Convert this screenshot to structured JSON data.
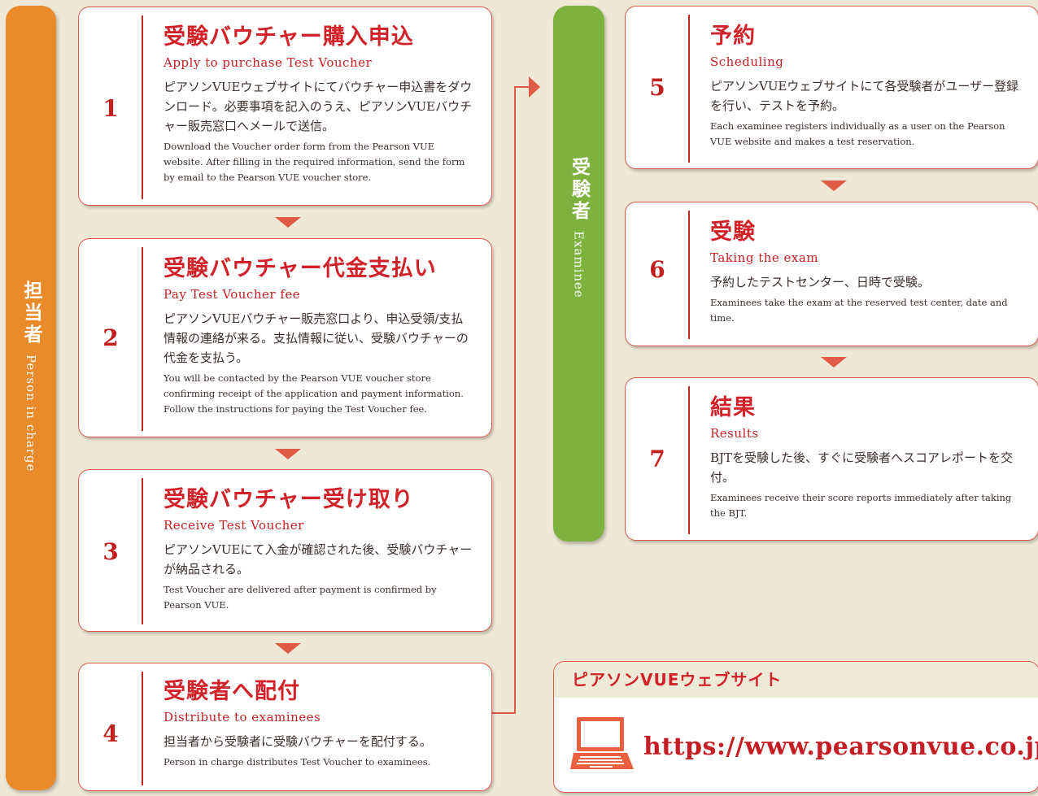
{
  "left_bar": {
    "jp": "担当者",
    "en": "Person in charge",
    "color": "#e98a2b"
  },
  "right_bar": {
    "jp": "受験者",
    "en": "Examinee",
    "color": "#7fb13f"
  },
  "steps": [
    {
      "num": "1",
      "title": "受験バウチャー購入申込",
      "subtitle": "Apply to purchase Test Voucher",
      "jp": "ピアソンVUEウェブサイトにてバウチャー申込書をダウンロード。必要事項を記入のうえ、ピアソンVUEバウチャー販売窓口へメールで送信。",
      "en": "Download the Voucher order form from the Pearson VUE website. After filling in the required information, send the form by email to the Pearson VUE voucher store."
    },
    {
      "num": "2",
      "title": "受験バウチャー代金支払い",
      "subtitle": "Pay Test Voucher fee",
      "jp": "ピアソンVUEバウチャー販売窓口より、申込受領/支払情報の連絡が来る。支払情報に従い、受験バウチャーの代金を支払う。",
      "en": "You will be contacted by the Pearson VUE voucher store confirming receipt of the application and payment information. Follow the instructions for paying the Test Voucher fee."
    },
    {
      "num": "3",
      "title": "受験バウチャー受け取り",
      "subtitle": "Receive Test Voucher",
      "jp": "ピアソンVUEにて入金が確認された後、受験バウチャーが納品される。",
      "en": "Test Voucher are delivered after payment is confirmed by Pearson VUE."
    },
    {
      "num": "4",
      "title": "受験者へ配付",
      "subtitle": "Distribute to examinees",
      "jp": "担当者から受験者に受験バウチャーを配付する。",
      "en": "Person in charge distributes Test Voucher to examinees."
    },
    {
      "num": "5",
      "title": "予約",
      "subtitle": "Scheduling",
      "jp": "ピアソンVUEウェブサイトにて各受験者がユーザー登録を行い、テストを予約。",
      "en": "Each examinee registers individually as a user on the Pearson VUE website and makes a test reservation."
    },
    {
      "num": "6",
      "title": "受験",
      "subtitle": "Taking the exam",
      "jp": "予約したテストセンター、日時で受験。",
      "en": "Examinees take the exam at the reserved test center, date and time."
    },
    {
      "num": "7",
      "title": "結果",
      "subtitle": "Results",
      "jp": "BJTを受験した後、すぐに受験者へスコアレポートを交付。",
      "en": "Examinees receive their score reports immediately after taking the BJT."
    }
  ],
  "website": {
    "heading": "ピアソンVUEウェブサイト",
    "url": "https://www.pearsonvue.co.jp",
    "icon": "laptop-icon"
  },
  "colors": {
    "accent_red": "#d1222a",
    "arrow": "#df5b45",
    "background": "#efe8d7"
  }
}
